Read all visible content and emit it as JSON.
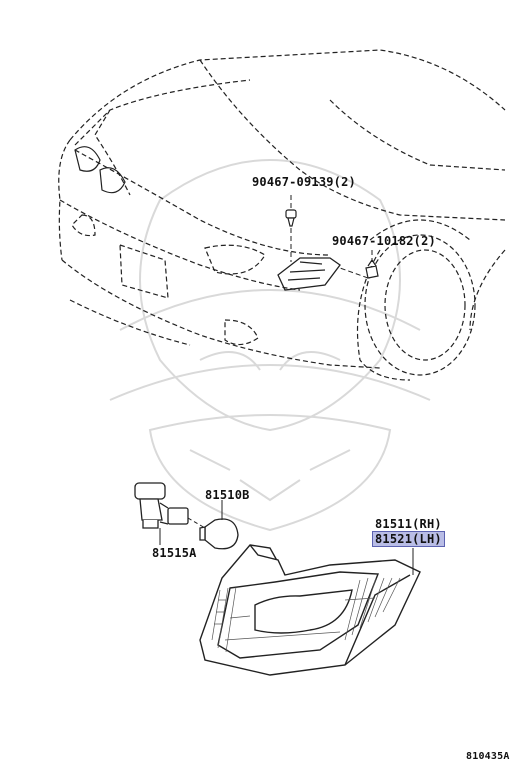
{
  "diagram": {
    "labels": {
      "bolt_upper": "90467-09139(2)",
      "clip_right": "90467-10182(2)",
      "bulb": "81510B",
      "socket": "81515A",
      "lamp_rh": "81511(RH)",
      "lamp_lh": "81521(LH)",
      "figure_code": "810435A"
    },
    "colors": {
      "line": "#222222",
      "highlight_fill": "#b9bde6",
      "highlight_border": "#5c62b0",
      "watermark": "#d6d6d6"
    }
  }
}
